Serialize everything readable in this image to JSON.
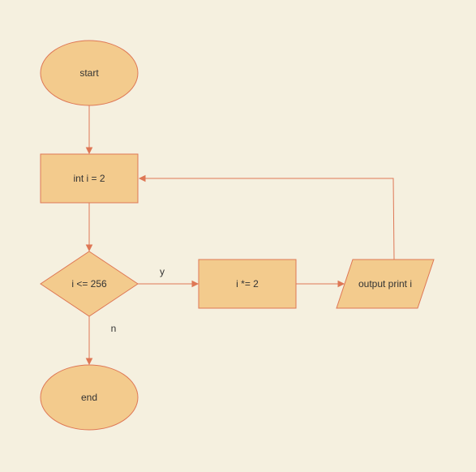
{
  "diagram": {
    "type": "flowchart",
    "colors": {
      "background": "#f5f0df",
      "fill": "#f3cb8d",
      "stroke": "#de7755",
      "text": "#333333"
    },
    "nodes": {
      "start": {
        "label": "start",
        "shape": "ellipse"
      },
      "init": {
        "label": "int i = 2",
        "shape": "process"
      },
      "cond": {
        "label": "i <= 256",
        "shape": "decision"
      },
      "double": {
        "label": "i *= 2",
        "shape": "process"
      },
      "output": {
        "label": "output print i",
        "shape": "io"
      },
      "end": {
        "label": "end",
        "shape": "ellipse"
      }
    },
    "edges": {
      "start_init": {
        "from": "start",
        "to": "init",
        "label": ""
      },
      "init_cond": {
        "from": "init",
        "to": "cond",
        "label": ""
      },
      "cond_double": {
        "from": "cond",
        "to": "double",
        "label": "y"
      },
      "double_output": {
        "from": "double",
        "to": "output",
        "label": ""
      },
      "output_init": {
        "from": "output",
        "to": "init",
        "label": ""
      },
      "cond_end": {
        "from": "cond",
        "to": "end",
        "label": "n"
      }
    }
  }
}
